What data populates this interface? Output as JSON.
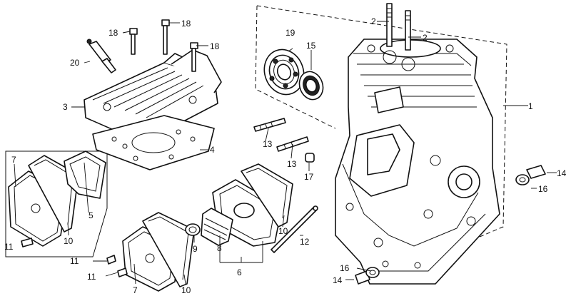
{
  "callouts": {
    "c1": "1",
    "c2a": "2",
    "c2b": "2",
    "c3": "3",
    "c4": "4",
    "c5": "5",
    "c6": "6",
    "c7a": "7",
    "c7b": "7",
    "c8": "8",
    "c9": "9",
    "c10a": "10",
    "c10b": "10",
    "c10c": "10",
    "c11a": "11",
    "c11b": "11",
    "c11c": "11",
    "c12": "12",
    "c13a": "13",
    "c13b": "13",
    "c14a": "14",
    "c14b": "14",
    "c15": "15",
    "c16a": "16",
    "c16b": "16",
    "c17": "17",
    "c18a": "18",
    "c18b": "18",
    "c18c": "18",
    "c19": "19",
    "c20": "20"
  }
}
